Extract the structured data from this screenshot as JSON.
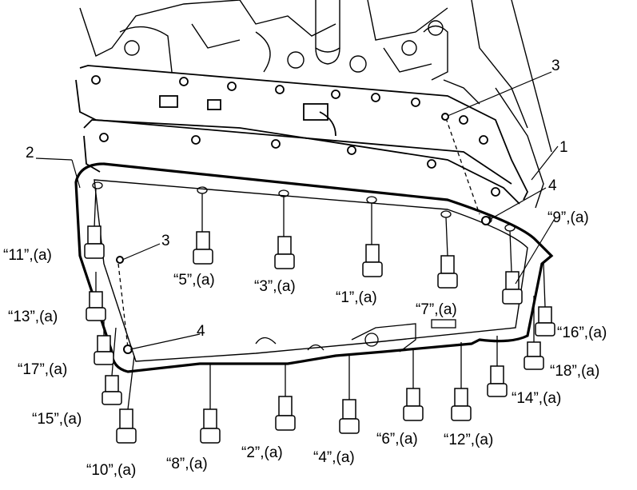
{
  "labels": {
    "part1": "1",
    "part2": "2",
    "part3_top": "3",
    "part3_left": "3",
    "part4_right": "4",
    "part4_left": "4",
    "bolts": [
      "“11”,(a)",
      "“5”,(a)",
      "“3”,(a)",
      "“1”,(a)",
      "“7”,(a)",
      "“9”,(a)",
      "“13”,(a)",
      "“17”,(a)",
      "“15”,(a)",
      "“10”,(a)",
      "“8”,(a)",
      "“2”,(a)",
      "“4”,(a)",
      "“6”,(a)",
      "“12”,(a)",
      "“14”,(a)",
      "“16”,(a)",
      "“18”,(a)"
    ]
  }
}
